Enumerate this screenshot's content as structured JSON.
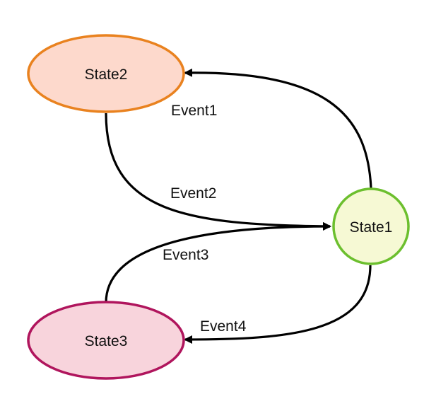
{
  "diagram": {
    "type": "state-machine",
    "nodes": {
      "state1": {
        "label": "State1",
        "fill": "#f6f9d4",
        "stroke": "#6cbf2e"
      },
      "state2": {
        "label": "State2",
        "fill": "#fdd9cc",
        "stroke": "#e9821f"
      },
      "state3": {
        "label": "State3",
        "fill": "#f8d4dc",
        "stroke": "#b0155d"
      }
    },
    "edges": {
      "event1": {
        "label": "Event1",
        "from": "State1",
        "to": "State2"
      },
      "event2": {
        "label": "Event2",
        "from": "State2",
        "to": "State1"
      },
      "event3": {
        "label": "Event3",
        "from": "State3",
        "to": "State1"
      },
      "event4": {
        "label": "Event4",
        "from": "State1",
        "to": "State3"
      }
    },
    "edge_color": "#000000"
  }
}
